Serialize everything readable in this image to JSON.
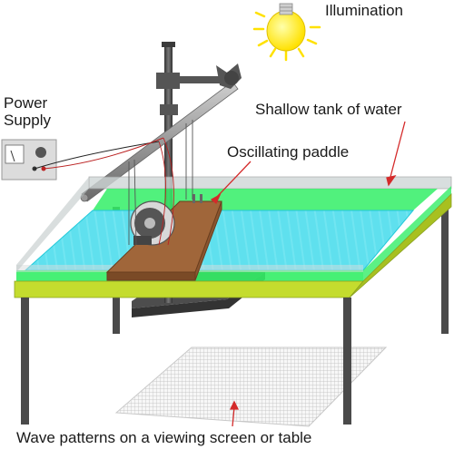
{
  "labels": {
    "illumination": "Illumination",
    "power_supply_line1": "Power",
    "power_supply_line2": "Supply",
    "shallow_tank": "Shallow tank of water",
    "oscillating_paddle": "Oscillating paddle",
    "wave_patterns": "Wave patterns on a viewing screen or table"
  },
  "colors": {
    "water": "#5fe0ee",
    "water_edge": "#22c9d9",
    "tank_rim_green": "#33ee66",
    "table_frame": "#c4dc2e",
    "paddle_wood": "#a0663a",
    "stand_metal": "#4a4a4a",
    "bulb": "#ffee22",
    "arrow": "#d42a2a",
    "screen_grid": "#bdbdbd"
  },
  "icons": {
    "bulb": "light-bulb-icon",
    "power_supply": "power-supply-icon",
    "motor": "motor-icon"
  }
}
